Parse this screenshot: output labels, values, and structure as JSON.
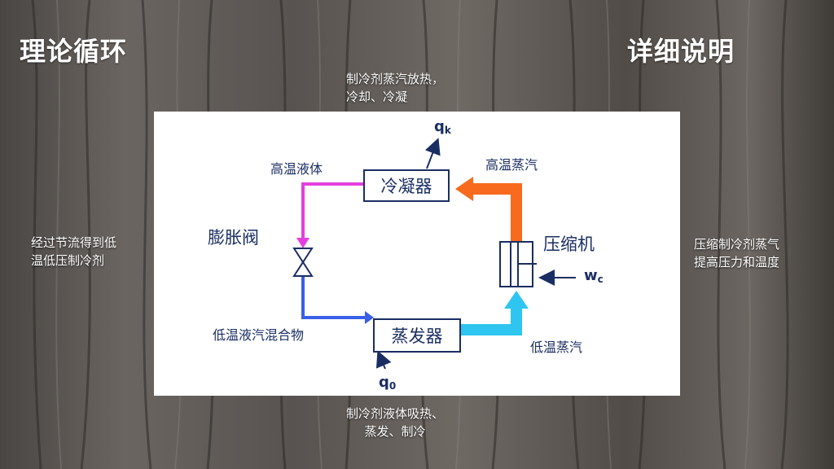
{
  "header": {
    "left_title": "理论循环",
    "right_title": "详细说明"
  },
  "annotations": {
    "condenser_note": "制冷剂蒸汽放热，\n冷却、冷凝",
    "evaporator_note": "制冷剂液体吸热、\n蒸发、制冷",
    "expansion_note": "经过节流得到低\n温低压制冷剂",
    "compressor_note": "压缩制冷剂蒸气\n提高压力和温度"
  },
  "diagram": {
    "components": {
      "condenser": "冷凝器",
      "evaporator": "蒸发器",
      "expansion_valve": "膨胀阀",
      "compressor": "压缩机"
    },
    "states": {
      "high_temp_liquid": "高温液体",
      "high_temp_vapor": "高温蒸汽",
      "low_temp_mixture": "低温液汽混合物",
      "low_temp_vapor": "低温蒸汽"
    },
    "symbols": {
      "heat_out": "q",
      "heat_out_sub": "k",
      "heat_in": "q",
      "heat_in_sub": "0",
      "work": "w",
      "work_sub": "c"
    },
    "colors": {
      "liquid_line": "#e43fe0",
      "vapor_line_high": "#f86a1e",
      "mixture_line": "#3a5fe8",
      "vapor_line_low": "#2ec6f0",
      "outline": "#1a2e63"
    }
  }
}
